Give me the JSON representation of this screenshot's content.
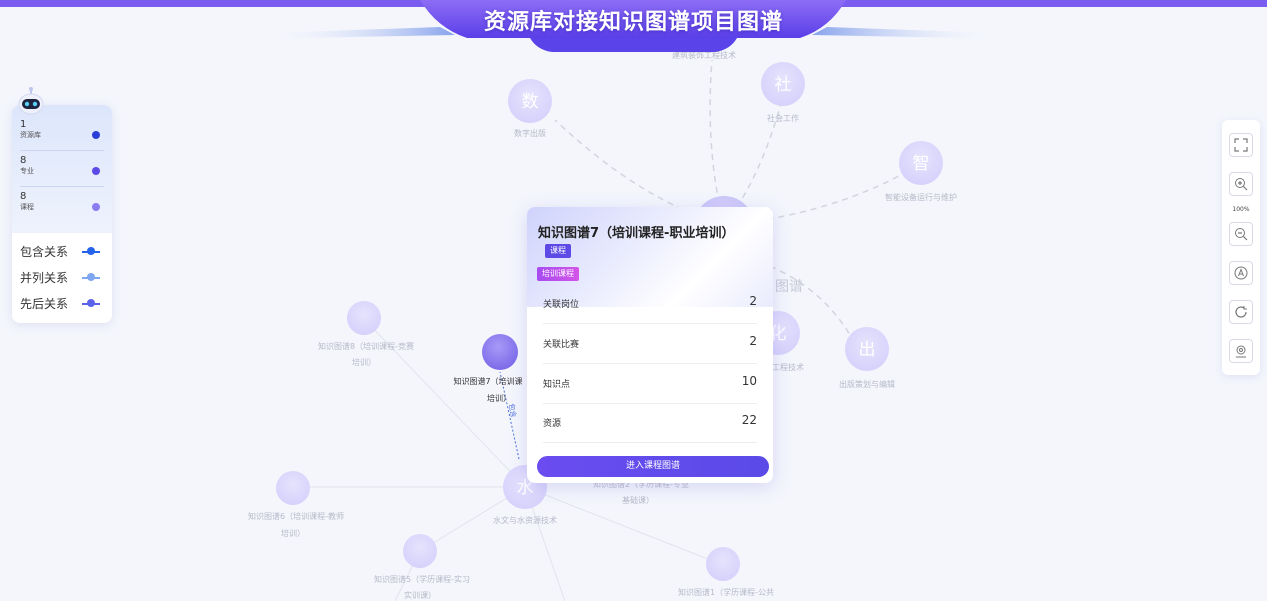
{
  "header": {
    "title": "资源库对接知识图谱项目图谱"
  },
  "legend": {
    "stats": [
      {
        "count": "1",
        "label": "资源库",
        "color": "#2b3fd8"
      },
      {
        "count": "8",
        "label": "专业",
        "color": "#5a4ae6"
      },
      {
        "count": "8",
        "label": "课程",
        "color": "#8b7cf2"
      }
    ],
    "relations": [
      {
        "label": "包含关系",
        "color": "#2563eb"
      },
      {
        "label": "并列关系",
        "color": "#7ea6f2"
      },
      {
        "label": "先后关系",
        "color": "#5b63ea"
      }
    ]
  },
  "graph": {
    "nodes": [
      {
        "char": "数",
        "label1": "数字出版",
        "label2": ""
      },
      {
        "char": "社",
        "label1": "社会工作",
        "label2": ""
      },
      {
        "char": "智",
        "label1": "智能设备运行与维护",
        "label2": ""
      },
      {
        "char": "化",
        "label1": "工程技术",
        "label2": ""
      },
      {
        "char": "出",
        "label1": "出版策划与编辑",
        "label2": ""
      },
      {
        "char": "水",
        "label1": "水文与水资源技术",
        "label2": ""
      },
      {
        "char": "",
        "label1": "知识图谱8（培训课程-竞赛",
        "label2": "培训）"
      },
      {
        "char": "",
        "label1": "知识图谱7（培训课",
        "label2": "培训）"
      },
      {
        "char": "",
        "label1": "知识图谱6（培训课程-教师",
        "label2": "培训）"
      },
      {
        "char": "",
        "label1": "知识图谱5（学历课程-实习",
        "label2": "实训课）"
      },
      {
        "char": "",
        "label1": "知识图谱1（学历课程-公共",
        "label2": ""
      },
      {
        "char": "",
        "label1": "知识图谱2（学历课程-专业",
        "label2": "基础课）"
      }
    ],
    "top_partial_label": "建筑装饰工程技术",
    "hub_label_partial": "图谱",
    "edge_label": "包含"
  },
  "card": {
    "title": "知识图谱7（培训课程-职业培训）",
    "type_tag": "课程",
    "category_tag": "培训课程",
    "rows": [
      {
        "key": "关联岗位",
        "value": "2"
      },
      {
        "key": "关联比赛",
        "value": "2"
      },
      {
        "key": "知识点",
        "value": "10"
      },
      {
        "key": "资源",
        "value": "22"
      }
    ],
    "button": "进入课程图谱"
  },
  "toolbar": {
    "zoom": "100%",
    "icons": [
      "fullscreen-icon",
      "zoom-in-icon",
      "zoom-out-icon",
      "text-icon",
      "refresh-icon",
      "locate-icon"
    ]
  }
}
